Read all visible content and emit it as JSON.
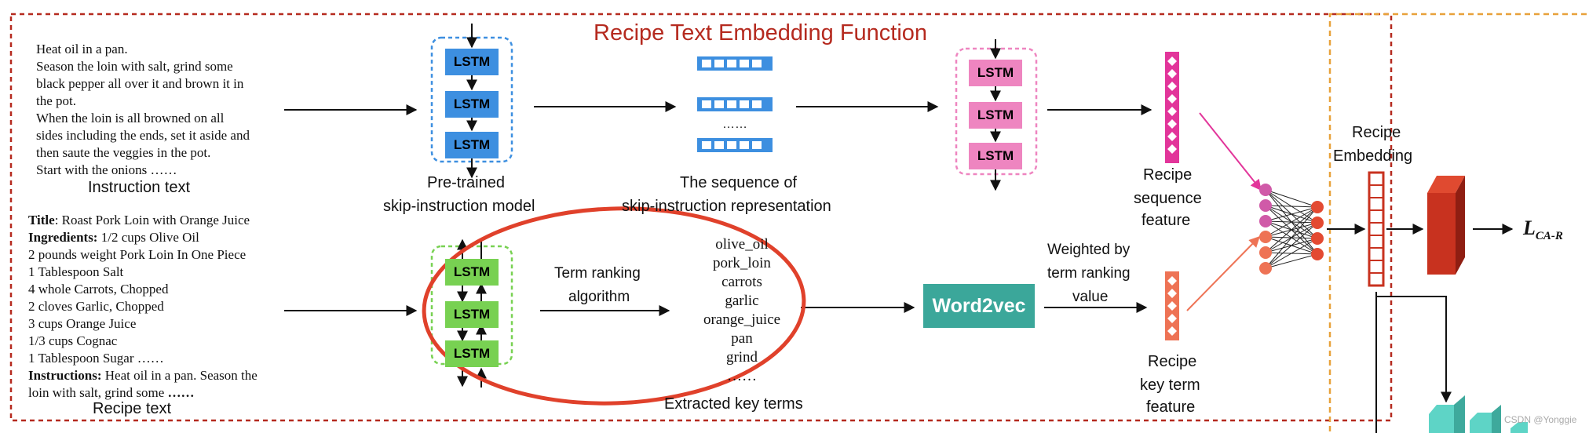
{
  "title": "Recipe Text Embedding Function",
  "instruction_text": {
    "lines": [
      "Heat oil in a pan.",
      "Season the loin with salt, grind some",
      "black pepper all over it and brown it in",
      "the pot.",
      "When the loin is all browned on all",
      "sides including the ends, set it aside and",
      "then saute the veggies in the pot.",
      "Start with the onions ……"
    ],
    "caption": "Instruction text"
  },
  "recipe_text": {
    "title_label": "Title",
    "title_value": ": Roast Pork Loin with Orange Juice",
    "ingredients_label": "Ingredients:",
    "ingredients_first": " 1/2 cups Olive Oil",
    "ingredient_lines": [
      "2 pounds weight Pork Loin In One Piece",
      "1 Tablespoon Salt",
      "4 whole Carrots, Chopped",
      "2 cloves Garlic, Chopped",
      "3 cups Orange Juice",
      "1/3 cups Cognac",
      "1 Tablespoon Sugar ……"
    ],
    "instructions_label": "Instructions:",
    "instructions_first": " Heat oil in a pan. Season the",
    "instructions_cont": "loin with salt, grind some ",
    "instructions_ellipsis": "……",
    "caption": "Recipe text"
  },
  "lstm_label": "LSTM",
  "pretrained_caption": [
    "Pre-trained",
    "skip-instruction model"
  ],
  "sequence_caption": [
    "The sequence of",
    "skip-instruction representation"
  ],
  "sequence_dots": "……",
  "term_ranking_label": [
    "Term ranking",
    "algorithm"
  ],
  "key_terms": [
    "olive_oil",
    "pork_loin",
    "carrots",
    "garlic",
    "orange_juice",
    "pan",
    "grind",
    "……"
  ],
  "key_terms_caption": "Extracted key terms",
  "word2vec_label": "Word2vec",
  "weighted_label": [
    "Weighted by",
    "term ranking",
    "value"
  ],
  "recipe_sequence_feature": [
    "Recipe",
    "sequence",
    "feature"
  ],
  "recipe_key_term_feature": [
    "Recipe",
    "key term",
    "feature"
  ],
  "recipe_embedding": [
    "Recipe",
    "Embedding"
  ],
  "loss_label": "L",
  "loss_sub": "CA-R",
  "watermark": "CSDN @Yonggie",
  "colors": {
    "title": "#b52a1f",
    "red_dashed_border": "#b52a1f",
    "orange_dashed_border": "#e8a13a",
    "lstm_blue": "#3d8fe0",
    "lstm_green": "#78d152",
    "lstm_pink": "#ee85c0",
    "word2vec": "#3ba79a",
    "highlight_circle": "#e0412b",
    "feature_pink": "#e2359a",
    "feature_orange": "#ee7355",
    "projection_red": "#c8321f",
    "teal_blocks": "#5ed4c6"
  }
}
